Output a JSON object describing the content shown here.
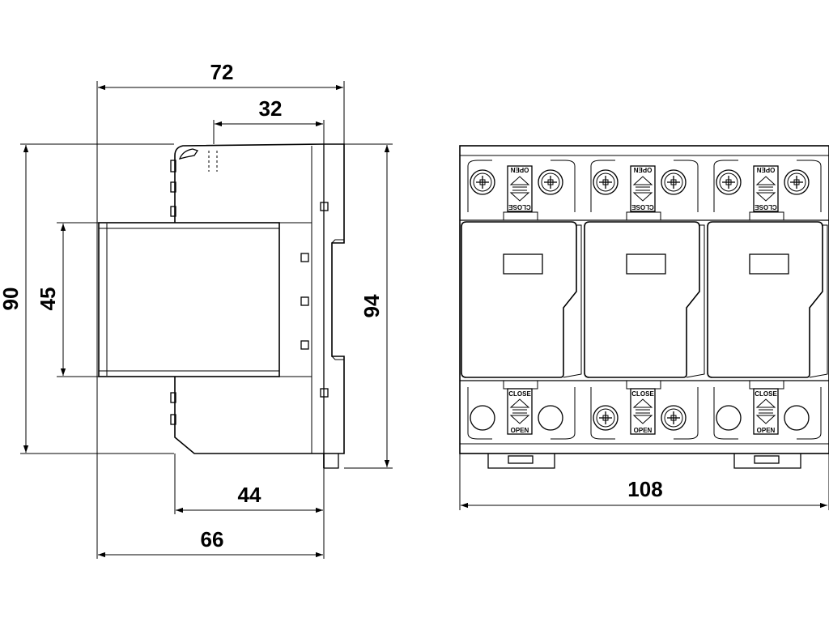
{
  "dimensions": {
    "side_total_width": "72",
    "side_top_offset": "32",
    "side_height": "90",
    "side_front_height": "45",
    "side_rail_height": "94",
    "side_bottom_inner": "44",
    "side_bottom_outer": "66",
    "front_width": "108"
  },
  "front_view": {
    "module_count": 3,
    "terminal_labels": {
      "open": "OPEN",
      "close": "CLOSE"
    }
  },
  "colors": {
    "line": "#000000",
    "background": "#ffffff"
  }
}
